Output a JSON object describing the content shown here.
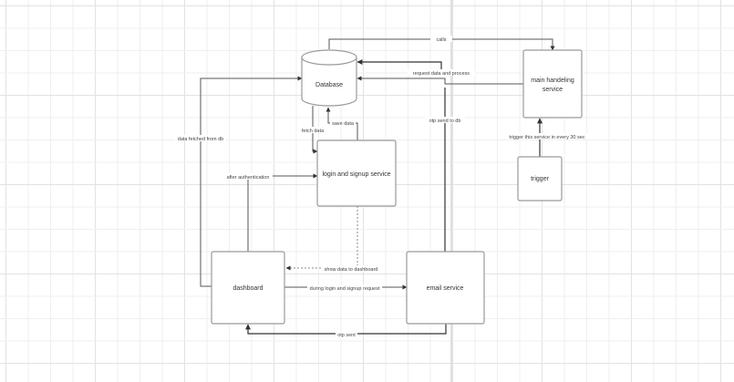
{
  "diagram": {
    "nodes": {
      "database": {
        "label": "Database",
        "shape": "cylinder"
      },
      "main_handling_service": {
        "label_line1": "main handeling",
        "label_line2": "service"
      },
      "trigger": {
        "label": "trigger"
      },
      "login_signup_service": {
        "label": "login and signup service"
      },
      "dashboard": {
        "label": "dashboard"
      },
      "email_service": {
        "label": "email service"
      }
    },
    "edges": {
      "calls": "calls",
      "request_data_and_process": "request data and process",
      "data_fetched_from_db": "data fetched from db",
      "fetch_data": "fetch data",
      "save_data": "save data",
      "otp_send_to_db": "otp send to db",
      "after_authentication": "after authentication",
      "trigger_every_30_sec": "trigger this service in every 30 sec",
      "show_data_to_dashboard": "show data to dashboard",
      "during_login_signup_request": "during login and signup request",
      "otp_sent": "otp sent"
    },
    "colors": {
      "background": "#ffffff",
      "grid": "#efefef",
      "node_border": "#9a9a9a",
      "edge": "#555555"
    }
  }
}
